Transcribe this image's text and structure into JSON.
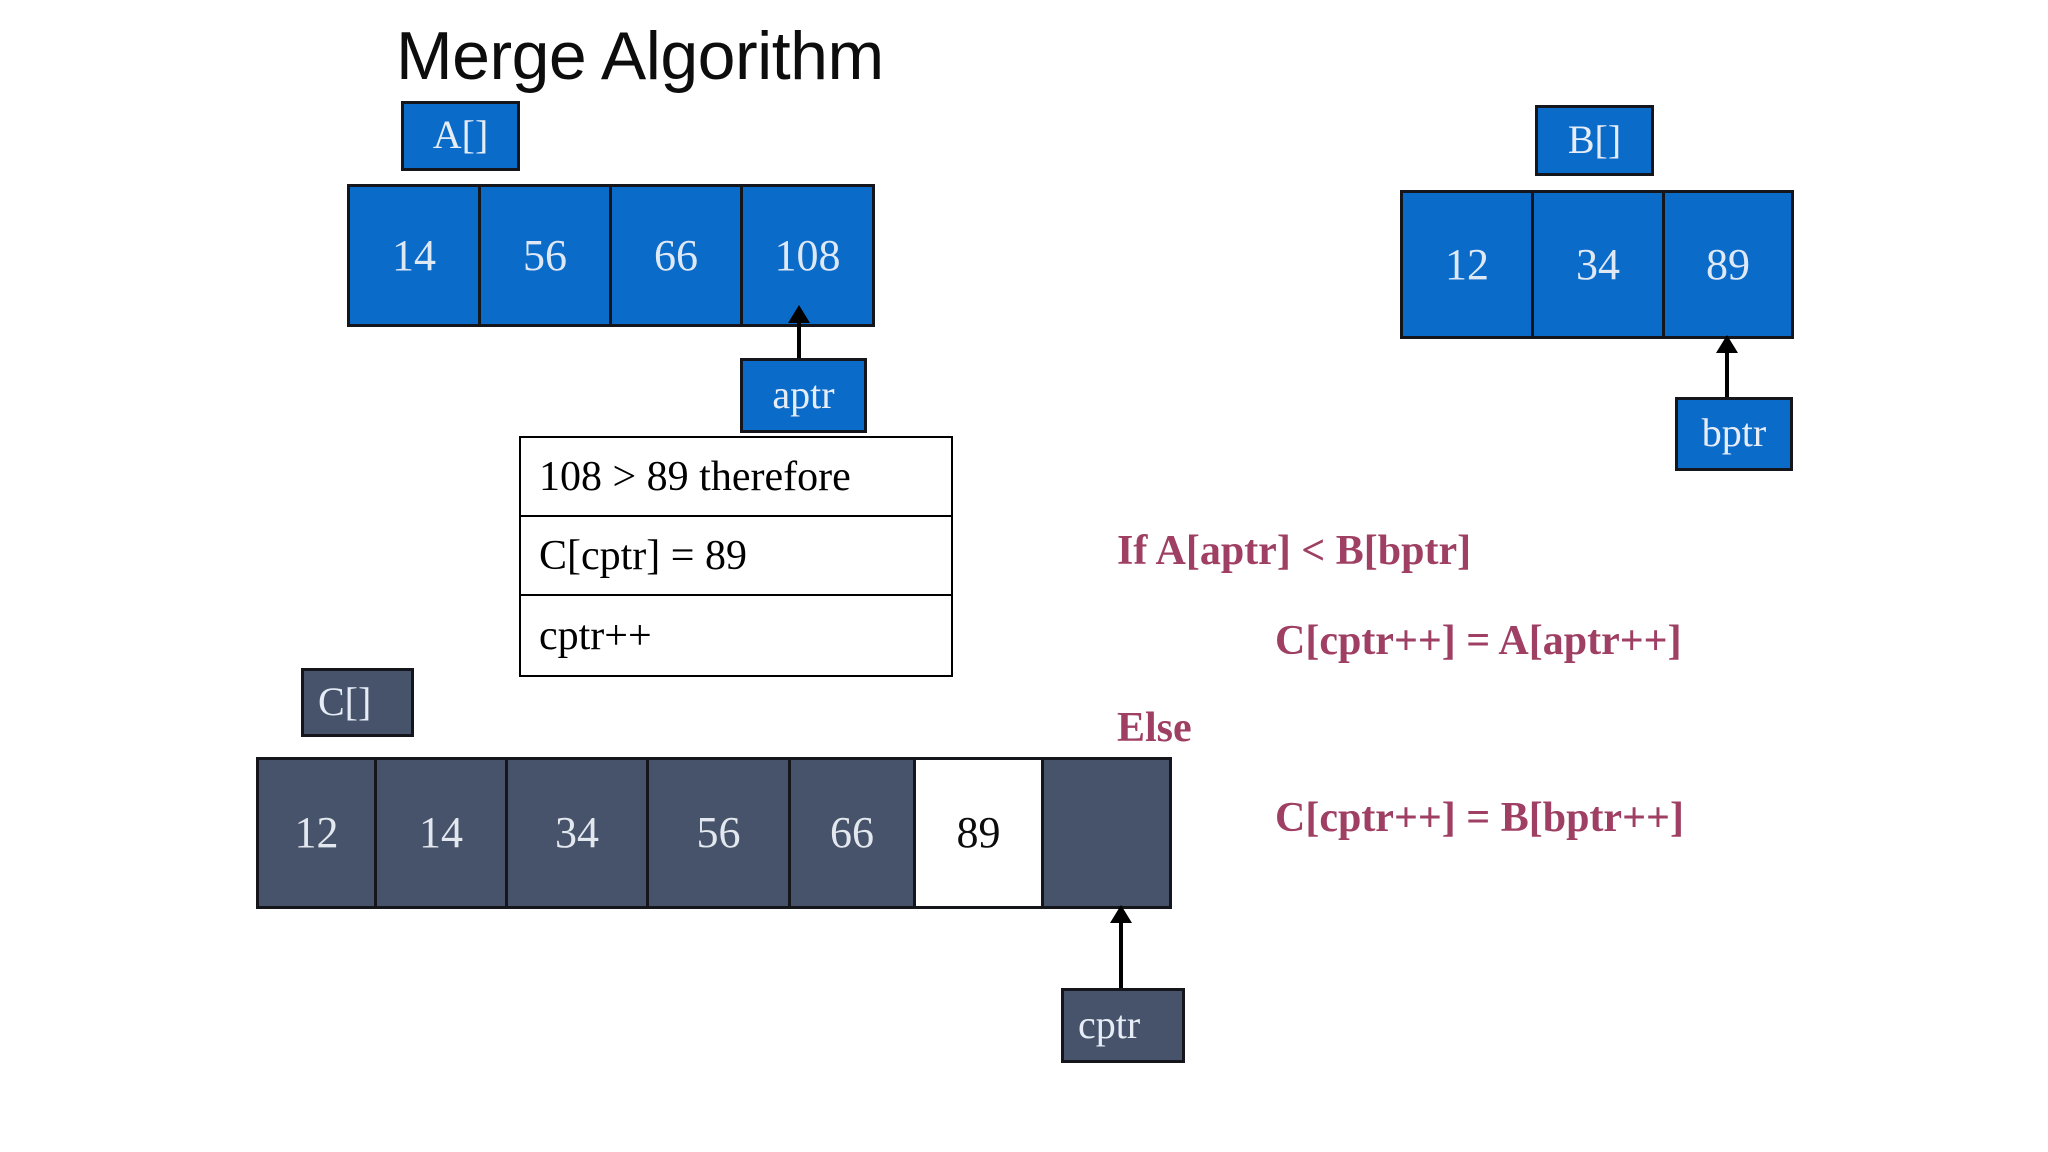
{
  "slide": {
    "title": "Merge Algorithm"
  },
  "colors": {
    "blue": "#0b6bc9",
    "slate": "#47536b",
    "maroon": "#9e3f63",
    "outline": "#14161c",
    "white": "#ffffff"
  },
  "arrays": {
    "a": {
      "label": "A[]",
      "values": [
        "14",
        "56",
        "66",
        "108"
      ],
      "pointer": {
        "label": "aptr",
        "index": 3
      }
    },
    "b": {
      "label": "B[]",
      "values": [
        "12",
        "34",
        "89"
      ],
      "pointer": {
        "label": "bptr",
        "index": 2
      }
    },
    "c": {
      "label": "C[]",
      "values": [
        "12",
        "14",
        "34",
        "56",
        "66",
        "89",
        ""
      ],
      "highlight_index": 5,
      "empty_index": 6,
      "pointer": {
        "label": "cptr",
        "index": 6
      }
    }
  },
  "info_table": {
    "rows": [
      "108 > 89 therefore",
      "C[cptr] = 89",
      "cptr++"
    ]
  },
  "pseudocode": {
    "lines": [
      "If A[aptr] < B[bptr]",
      "C[cptr++] = A[aptr++]",
      "Else",
      "C[cptr++] = B[bptr++]"
    ]
  }
}
